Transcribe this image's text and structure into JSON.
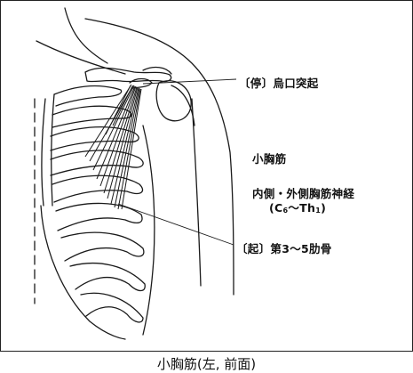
{
  "labels": {
    "insertion": "〔停〕烏口突起",
    "muscle": "小胸筋",
    "nerve": "内側・外側胸筋神経",
    "nerve_roots": {
      "open": "(C",
      "c_sub": "6",
      "mid": "～Th",
      "th_sub": "1",
      "close": ")"
    },
    "origin": "〔起〕第3～5肋骨"
  },
  "caption": "小胸筋(左, 前面)"
}
